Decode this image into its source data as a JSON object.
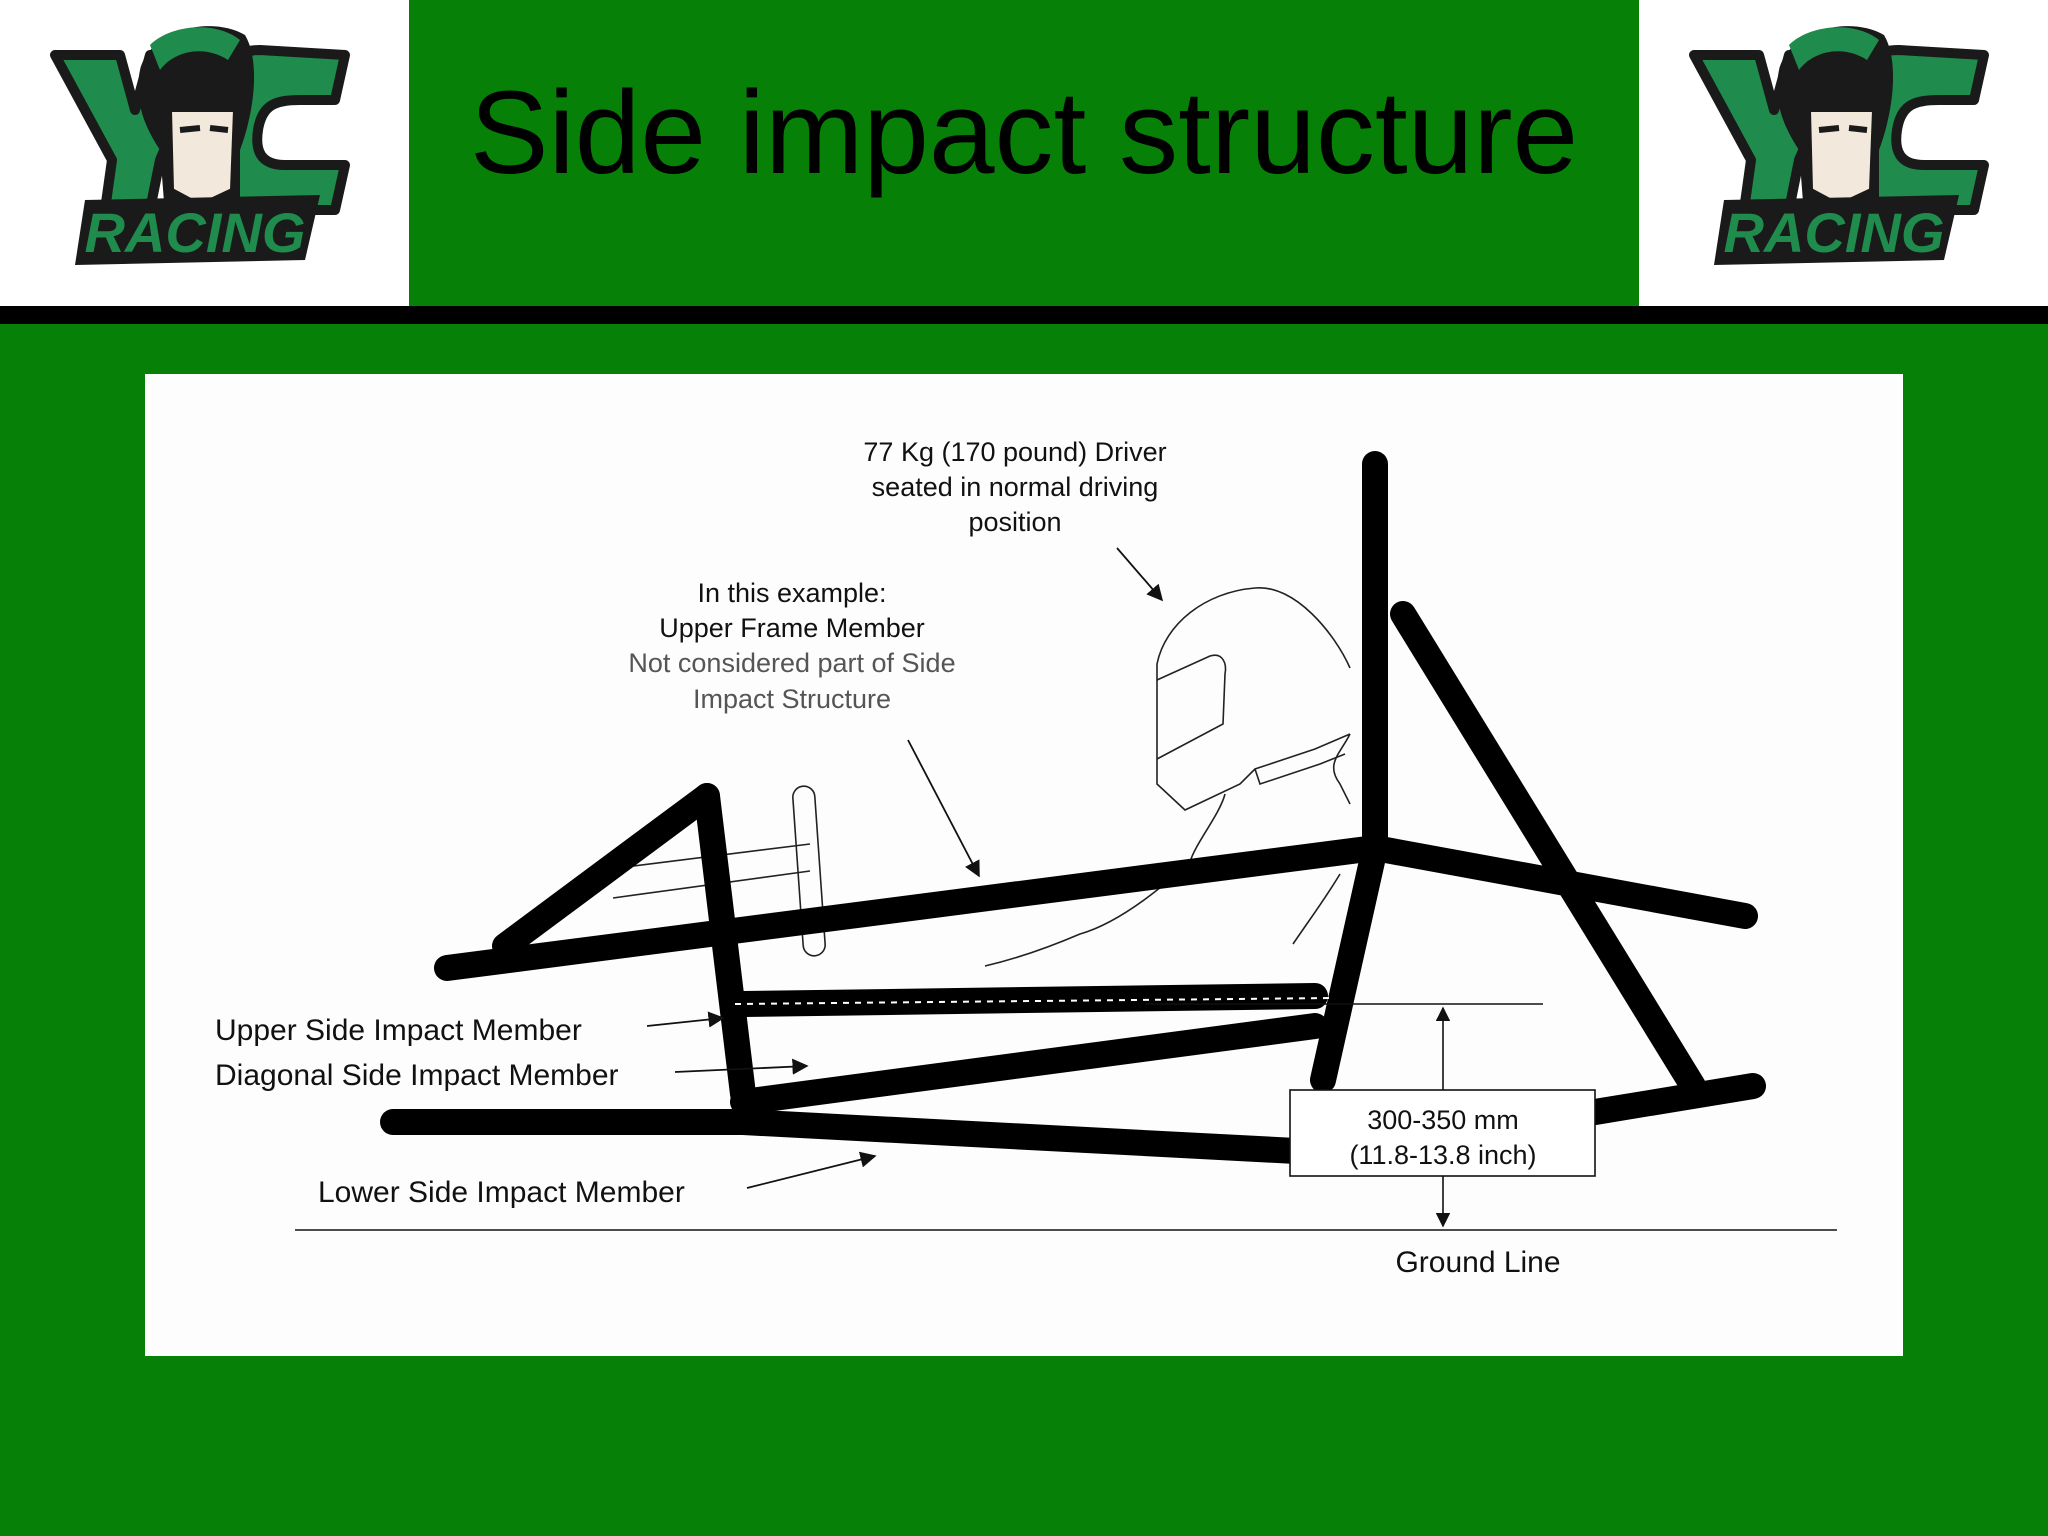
{
  "slide": {
    "title": "Side impact structure",
    "background_color": "#078007",
    "rule_color": "#000000"
  },
  "logo": {
    "text_top": "YC",
    "text_bottom": "RACING",
    "colors": {
      "green": "#1f8b4c",
      "dark": "#1a1a1a"
    }
  },
  "diagram": {
    "driver_label": [
      "77 Kg (170 pound) Driver",
      "seated in normal driving",
      "position"
    ],
    "example_label": [
      "In this example:",
      "Upper Frame Member"
    ],
    "example_note": [
      "Not considered part of Side",
      "Impact Structure"
    ],
    "upper_member": "Upper Side Impact Member",
    "diagonal_member": "Diagonal Side Impact Member",
    "lower_member": "Lower Side Impact Member",
    "dimension": [
      "300-350 mm",
      "(11.8-13.8 inch)"
    ],
    "ground_line": "Ground Line"
  }
}
